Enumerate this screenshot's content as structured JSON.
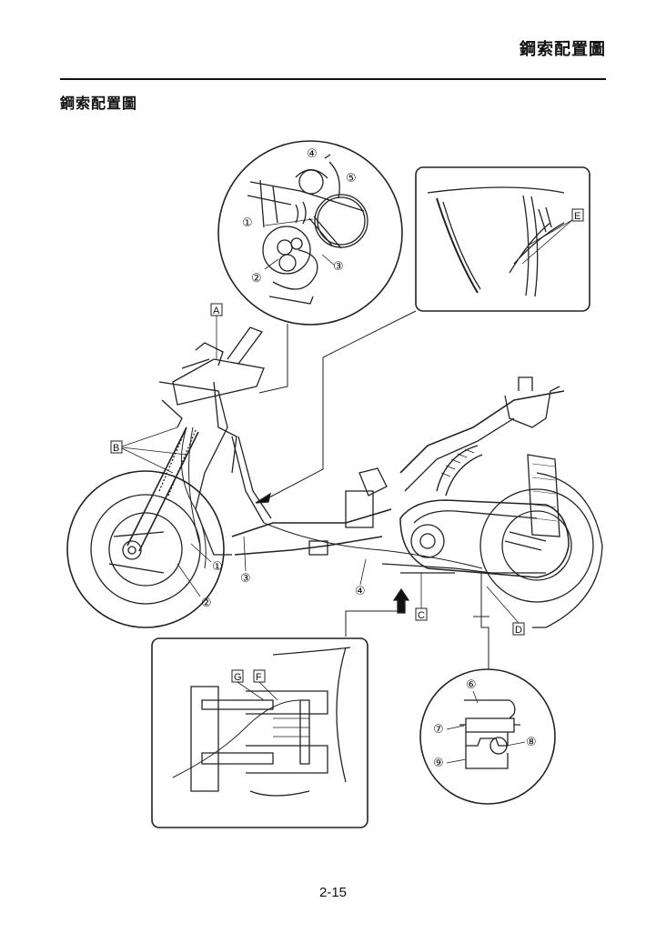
{
  "header": {
    "title": "鋼索配置圖"
  },
  "section": {
    "title": "鋼索配置圖"
  },
  "page": {
    "number": "2-15"
  },
  "callouts": {
    "n1": "①",
    "n2": "②",
    "n3": "③",
    "n4": "④",
    "n5": "⑤",
    "n6": "⑥",
    "n7": "⑦",
    "n8": "⑧",
    "n9": "⑨"
  },
  "letters": {
    "A": "A",
    "B": "B",
    "C": "C",
    "D": "D",
    "E": "E",
    "F": "F",
    "G": "G"
  }
}
